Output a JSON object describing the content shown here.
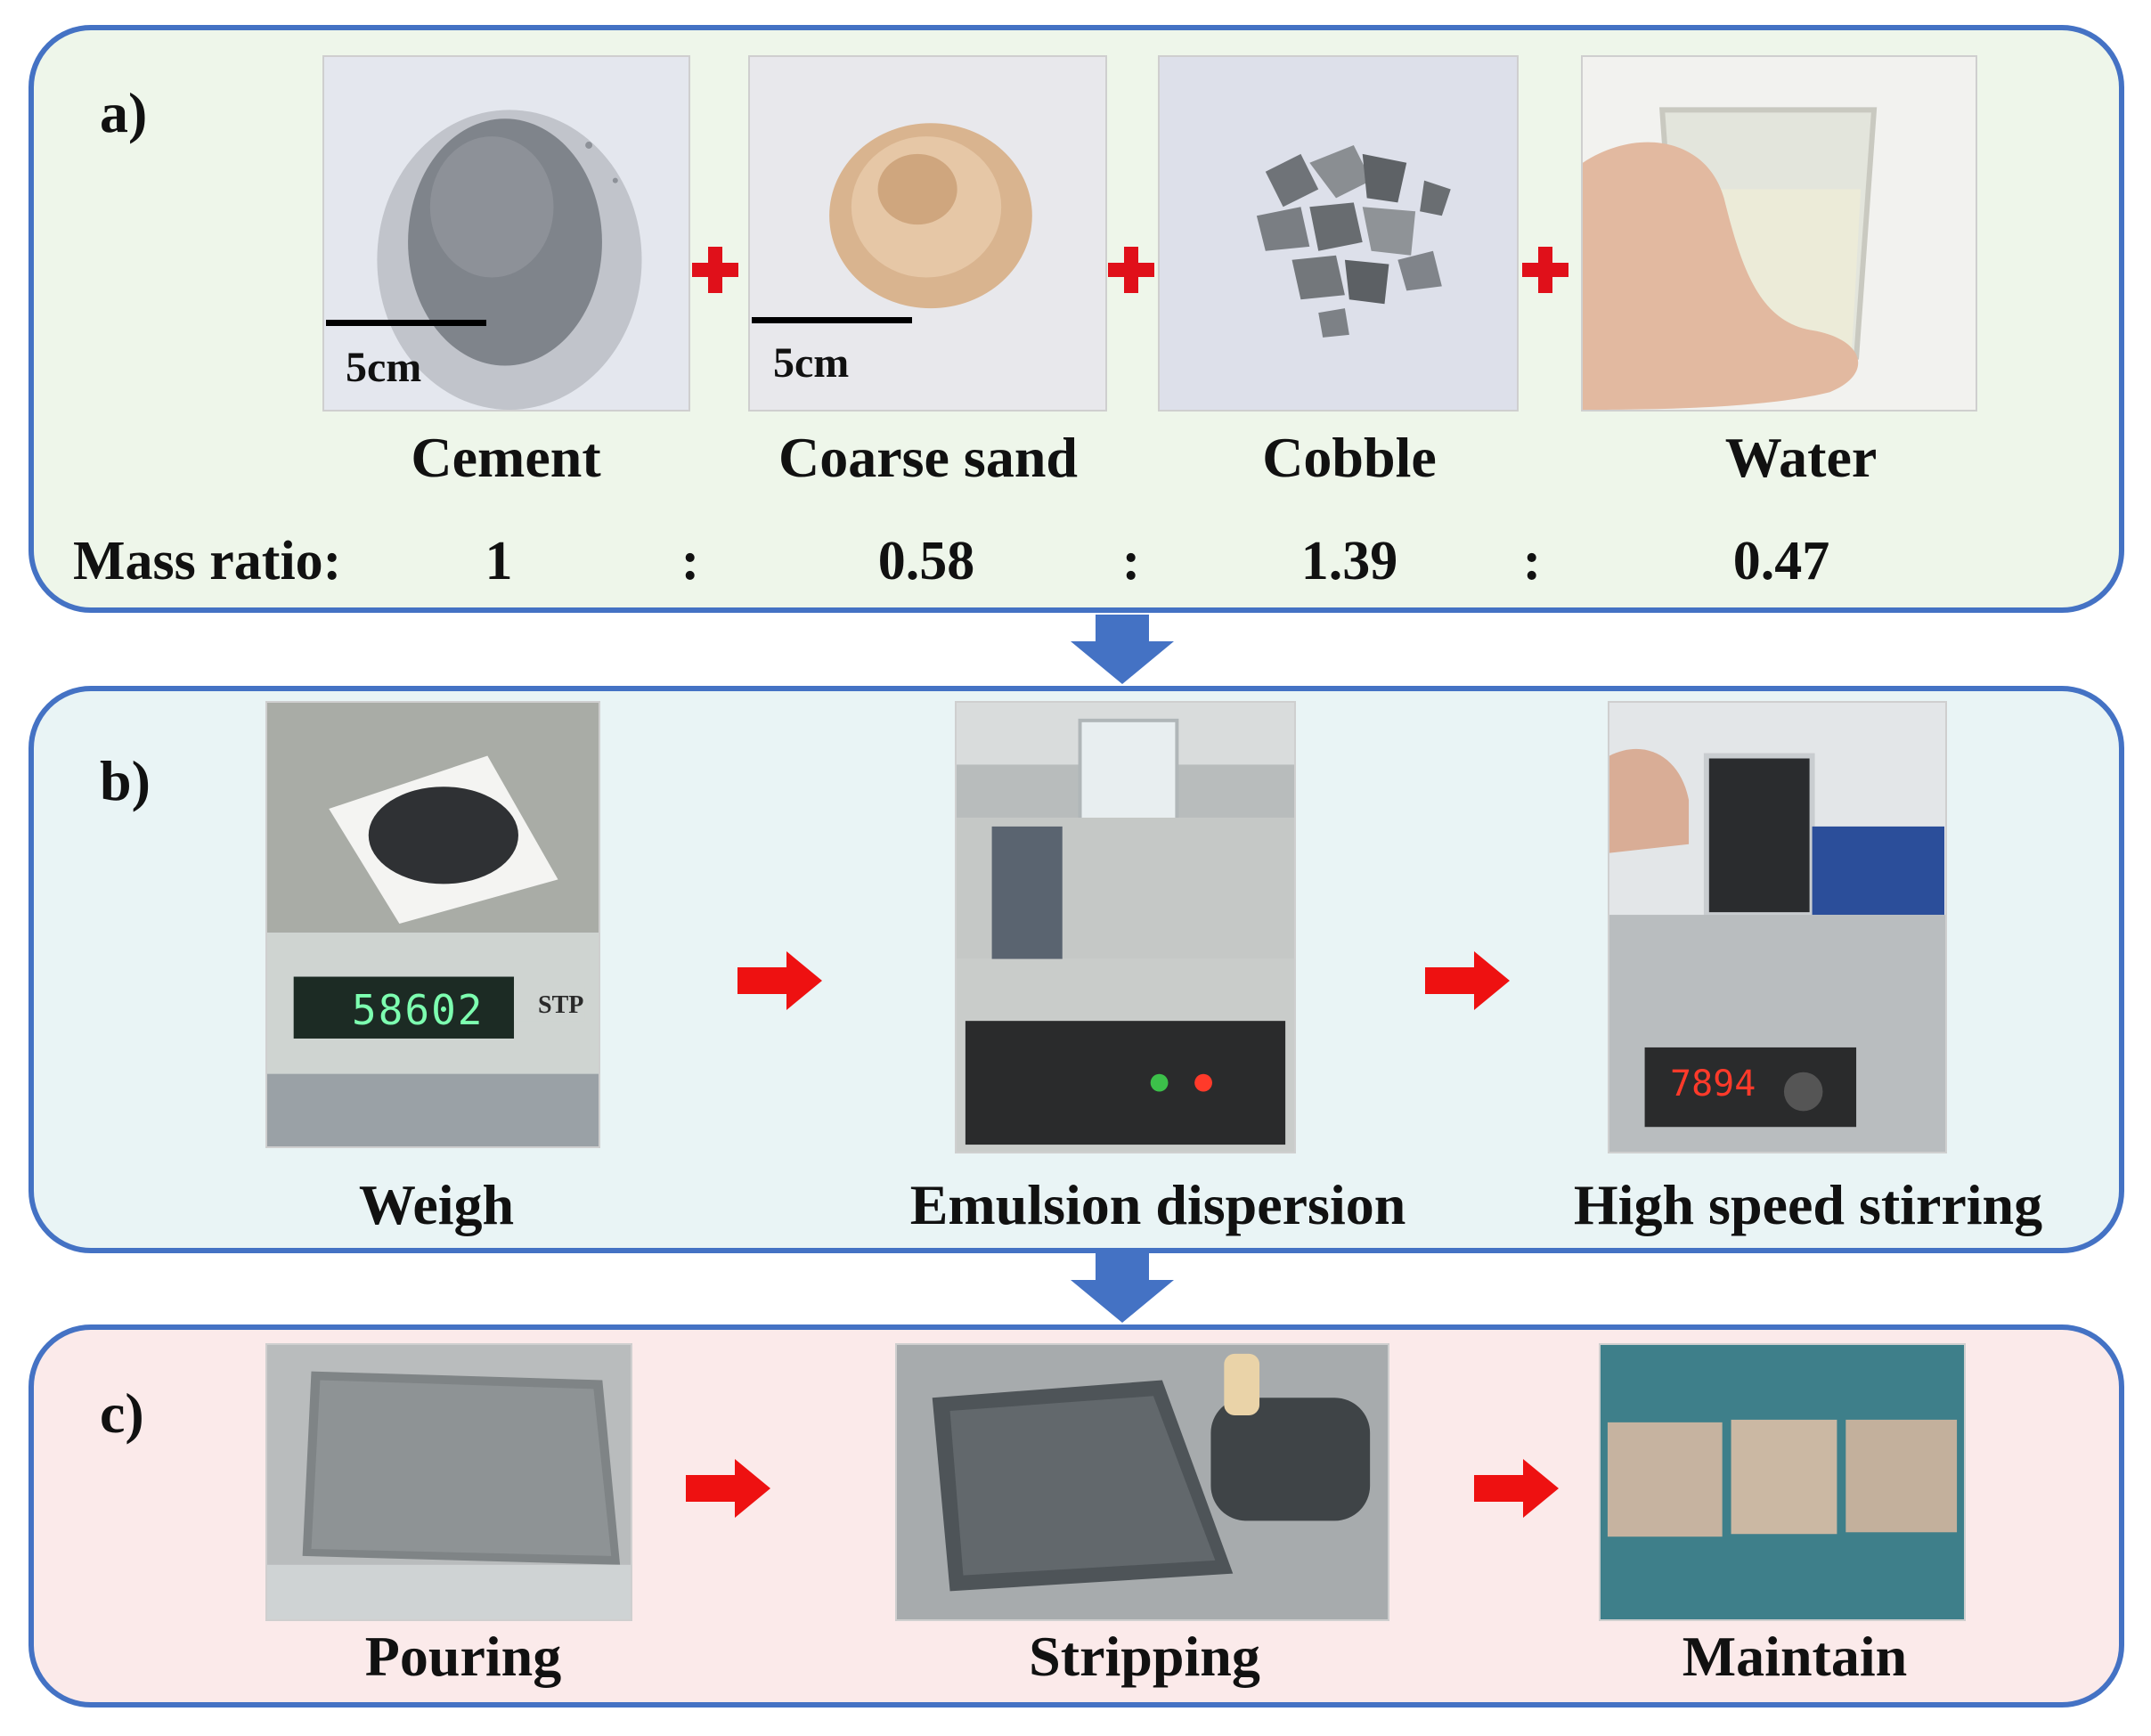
{
  "panel_a": {
    "label": "a)",
    "items": [
      {
        "caption": "Cement",
        "scale": "5cm"
      },
      {
        "caption": "Coarse sand",
        "scale": "5cm"
      },
      {
        "caption": "Cobble"
      },
      {
        "caption": "Water"
      }
    ],
    "mass_ratio": {
      "label": "Mass ratio:",
      "values": [
        "1",
        "0.58",
        "1.39",
        "0.47"
      ],
      "separator": ":"
    }
  },
  "panel_b": {
    "label": "b)",
    "steps": [
      "Weigh",
      "Emulsion dispersion",
      "High speed stirring"
    ],
    "scale_display": "58602",
    "scale_brand": "STP",
    "stirrer_display": "7894"
  },
  "panel_c": {
    "label": "c)",
    "steps": [
      "Pouring",
      "Stripping",
      "Maintain"
    ]
  },
  "colors": {
    "panel_border": "#4472c4",
    "panel_a_bg": "#eef6ea",
    "panel_b_bg": "#e9f4f5",
    "panel_c_bg": "#fbeaea",
    "flow_arrow": "#4472c4",
    "step_arrow": "#ee1111"
  }
}
